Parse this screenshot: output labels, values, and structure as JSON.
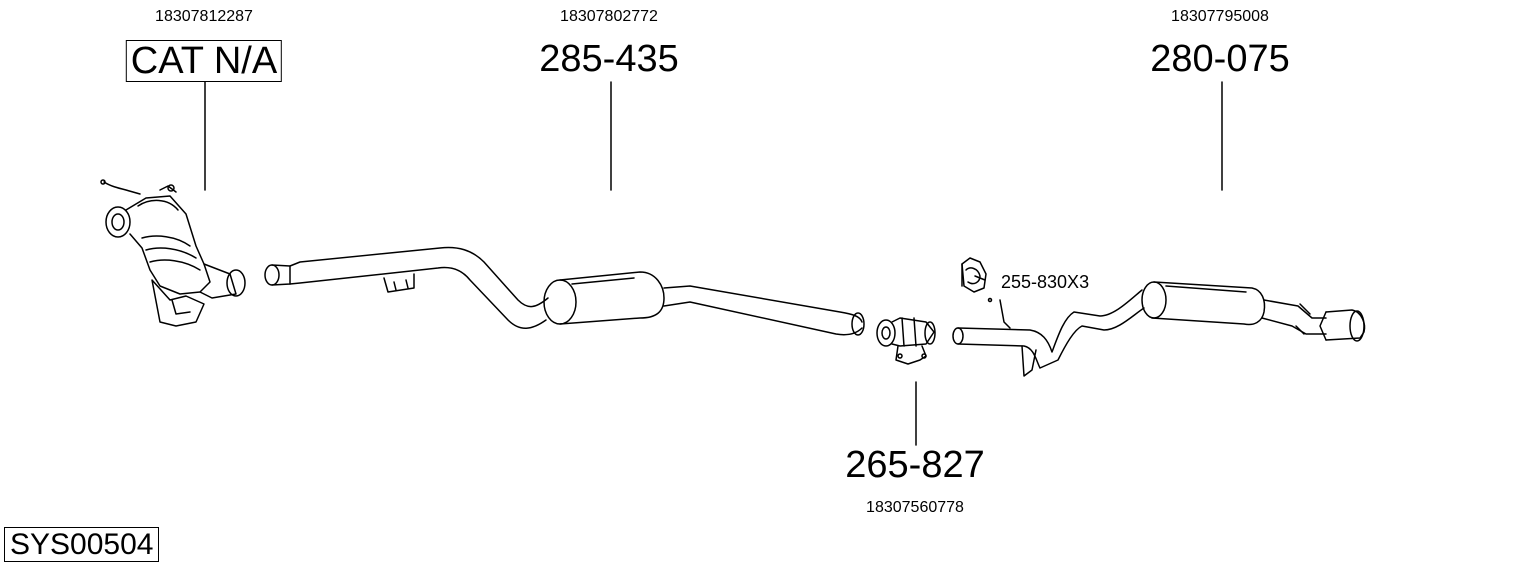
{
  "system_code": "SYS00504",
  "parts": [
    {
      "oe": "18307812287",
      "part_number": "CAT N/A",
      "name": "catalytic-converter"
    },
    {
      "oe": "18307802772",
      "part_number": "285-435",
      "name": "front-pipe-muffler"
    },
    {
      "oe": "18307795008",
      "part_number": "280-075",
      "name": "rear-muffler"
    },
    {
      "oe": "18307560778",
      "part_number": "265-827",
      "name": "pipe-clamp"
    }
  ],
  "hanger": {
    "part_number": "255-830X3"
  }
}
